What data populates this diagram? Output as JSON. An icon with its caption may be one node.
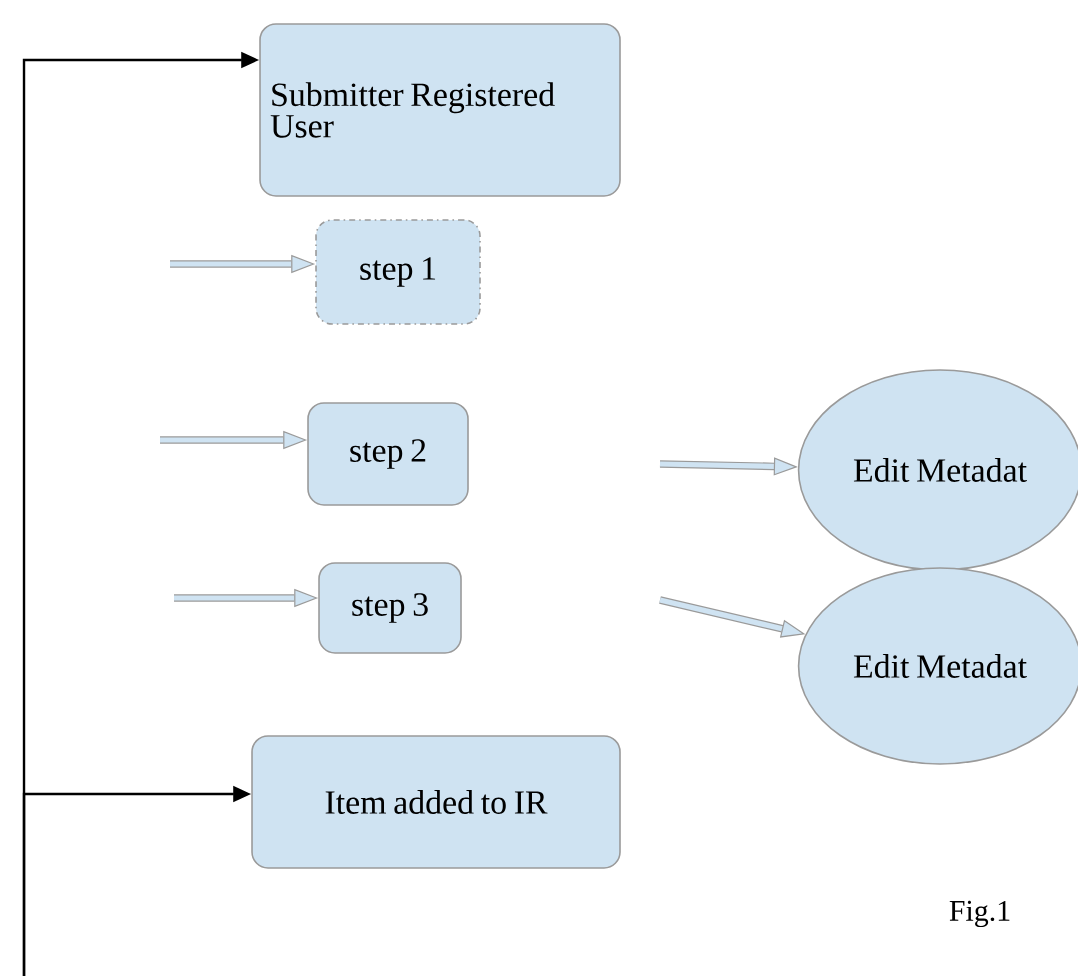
{
  "diagram": {
    "nodes": [
      {
        "text": [
          "Submitter Registered User"
        ]
      },
      {
        "text": [
          "step 1"
        ]
      },
      {
        "text": [
          "step 2"
        ]
      },
      {
        "text": [
          "step 3"
        ]
      },
      {
        "text": [
          "Edit Metadat"
        ]
      },
      {
        "text": [
          "Edit Metadat"
        ]
      },
      {
        "text": [
          "Item added to IR"
        ]
      }
    ],
    "edges": [
      {
        "from": null,
        "to": 0,
        "arrow": "to",
        "color": "#000000"
      },
      {
        "from": null,
        "to": 1,
        "arrow": "to"
      },
      {
        "from": null,
        "to": 2,
        "arrow": "to"
      },
      {
        "from": null,
        "to": 3,
        "arrow": "to"
      },
      {
        "from": null,
        "to": 4,
        "arrow": "to"
      },
      {
        "from": null,
        "to": 5,
        "arrow": "to"
      },
      {
        "from": null,
        "to": 6,
        "arrow": "to",
        "color": "#000000"
      }
    ],
    "labels": [
      "Fig.1"
    ]
  }
}
